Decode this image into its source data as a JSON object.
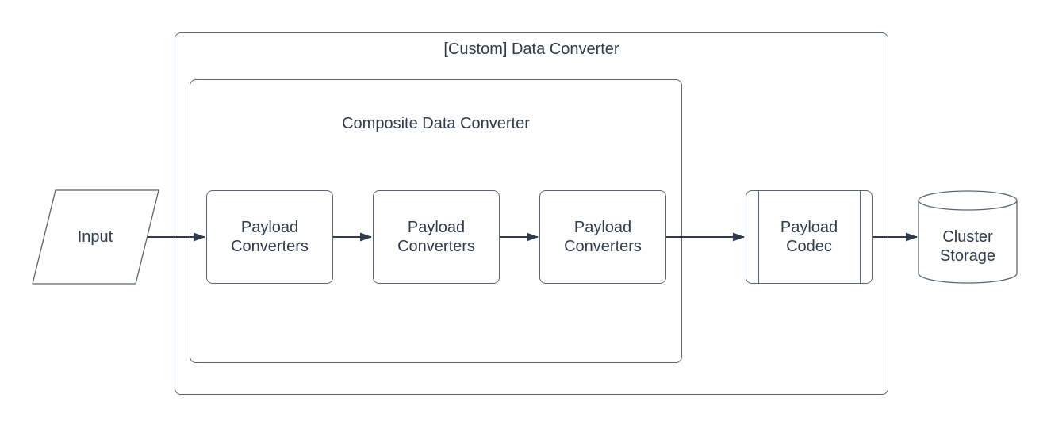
{
  "diagram": {
    "type": "flowchart",
    "outer_group": {
      "title": "[Custom] Data Converter"
    },
    "inner_group": {
      "title": "Composite Data Converter"
    },
    "nodes": {
      "input": {
        "label": "Input",
        "shape": "parallelogram"
      },
      "payload_converter_1": {
        "label": "Payload Converters",
        "shape": "rounded-rectangle"
      },
      "payload_converter_2": {
        "label": "Payload Converters",
        "shape": "rounded-rectangle"
      },
      "payload_converter_3": {
        "label": "Payload Converters",
        "shape": "rounded-rectangle"
      },
      "payload_codec": {
        "label": "Payload Codec",
        "shape": "predefined-process"
      },
      "cluster_storage": {
        "label": "Cluster Storage",
        "shape": "cylinder"
      }
    },
    "edges": [
      {
        "from": "input",
        "to": "payload_converter_1"
      },
      {
        "from": "payload_converter_1",
        "to": "payload_converter_2"
      },
      {
        "from": "payload_converter_2",
        "to": "payload_converter_3"
      },
      {
        "from": "payload_converter_3",
        "to": "payload_codec"
      },
      {
        "from": "payload_codec",
        "to": "cluster_storage"
      }
    ],
    "colors": {
      "background": "#ffffff",
      "shape_fill": "#ffffff",
      "shape_stroke": "#5a646e",
      "arrow": "#2f3b4c",
      "text": "#2f3b4c"
    }
  }
}
